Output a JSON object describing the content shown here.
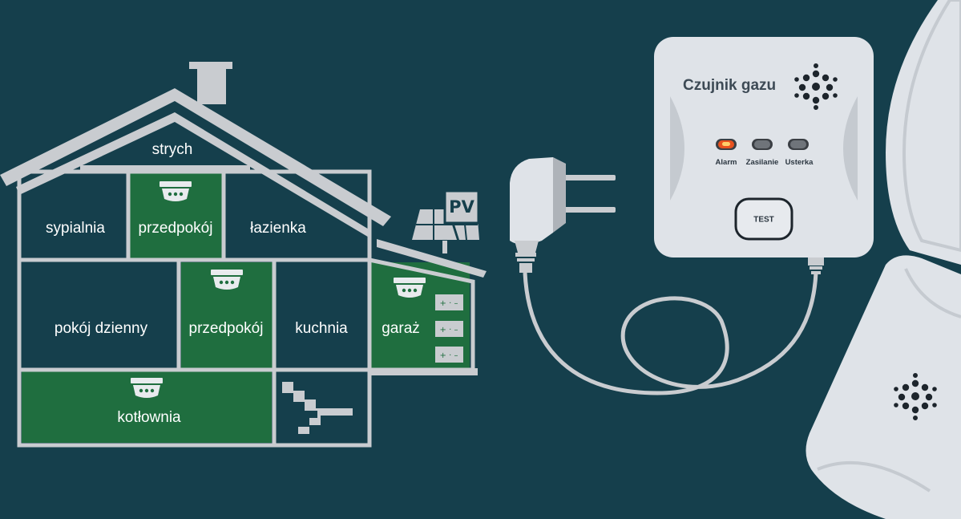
{
  "house": {
    "rooms": {
      "attic": "strych",
      "bedroom": "sypialnia",
      "hallway_upper": "przedpokój",
      "bathroom": "łazienka",
      "living_room": "pokój dzienny",
      "hallway_lower": "przedpokój",
      "kitchen": "kuchnia",
      "garage": "garaż",
      "boiler_room": "kotłownia"
    },
    "pv_label": "PV"
  },
  "device": {
    "title": "Czujnik gazu",
    "indicators": {
      "alarm": "Alarm",
      "power": "Zasilanie",
      "fault": "Usterka"
    },
    "test_button": "TEST"
  },
  "colors": {
    "background": "#153f4c",
    "outline": "#c9ccd0",
    "highlight_room": "#1f6e3f",
    "device_body": "#dfe3e8",
    "alarm_led": "#e8521f"
  }
}
